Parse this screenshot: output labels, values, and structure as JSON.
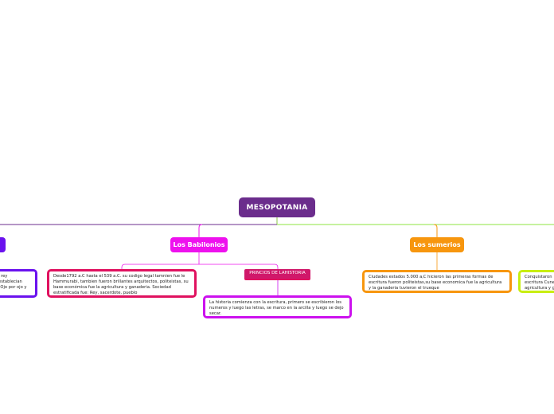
{
  "root": {
    "label": "MESOPOTANIA",
    "color": "#6b2d8c"
  },
  "branches": {
    "left_edge": {
      "label": "",
      "color": "#6a12ee",
      "text": "l rey\n establecian\n\"Ojo por ojo y"
    },
    "babilonios": {
      "label": "Los Babilonios",
      "color": "#ee11ee",
      "note": "Desde1792 a.C hasta el 539 a.C. su codigo legal tamnien fue le Hammurabi, tambien fueron brillantes arquitectos, politeistas, su base económica fue la agricultura y ganaderia. Sociedad estratificada fue: Rey, sacerdote, pueblo",
      "note_color": "#e0115f"
    },
    "principios": {
      "label": "PRINCIOS DE LAHISTORIA",
      "color": "#d0186a",
      "note": "La historia comienza con la escritura, primero se escribieron los numeros y luego las letras, se marco en la arcilla y luego se dejo secar.",
      "note_color": "#cc11ee"
    },
    "sumerios": {
      "label": "Los sumerios",
      "color": "#f7960e",
      "note": "Ciudades estados 5.000 a,C  hicieron las primeras formas de escritura fueron politeistas,su base economica fue la agricultura y la ganaderia tuvieron el trueque",
      "note_color": "#f7960e"
    },
    "right_edge": {
      "text": "Conquistaron\nescritura Cune\nagricultura y g",
      "note_color": "#c8ee11"
    }
  }
}
